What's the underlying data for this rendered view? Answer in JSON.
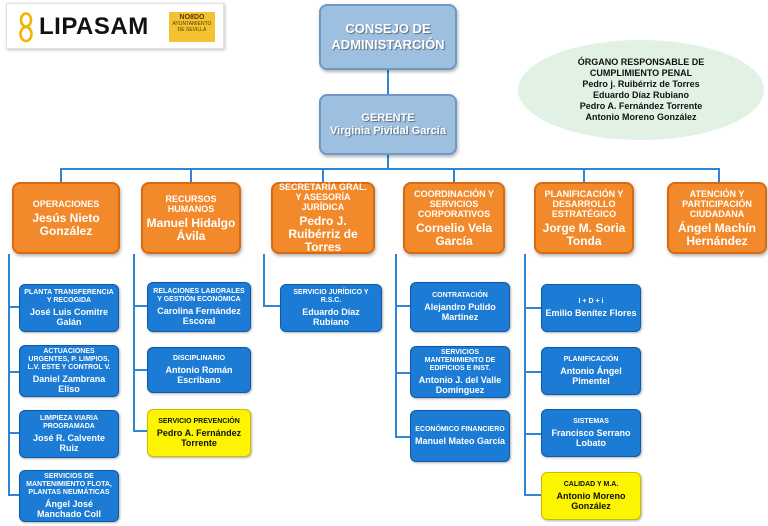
{
  "logo": {
    "brand": "LIPASAM",
    "seal_line1": "NO8DO",
    "seal_line2": "AYUNTAMIENTO DE SEVILLA"
  },
  "board": {
    "title": "CONSEJO DE ADMINISTARCIÓN"
  },
  "compliance": {
    "title_line1": "ÓRGANO RESPONSABLE DE",
    "title_line2": "CUMPLIMIENTO PENAL",
    "members": [
      "Pedro j. Ruibérriz de Torres",
      "Eduardo Díaz Rubiano",
      "Pedro A. Fernández Torrente",
      "Antonio Moreno González"
    ]
  },
  "manager": {
    "title": "GERENTE",
    "name": "Virginia Pividal García"
  },
  "departments": [
    {
      "title": "OPERACIONES",
      "name": "Jesús Nieto González",
      "units": [
        {
          "title": "PLANTA TRANSFERENCIA Y RECOGIDA",
          "name": "José Luis Comitre Galán"
        },
        {
          "title": "ACTUACIONES URGENTES, P. LIMPIOS, L.V. ESTE Y CONTROL V.",
          "name": "Daniel Zambrana Eliso"
        },
        {
          "title": "LIMPIEZA VIARIA PROGRAMADA",
          "name": "José R. Calvente Ruiz"
        },
        {
          "title": "SERVICIOS DE MANTENIMIENTO FLOTA, PLANTAS NEUMÁTICAS",
          "name": "Ángel José Manchado Coll"
        }
      ]
    },
    {
      "title": "RECURSOS HUMANOS",
      "name": "Manuel Hidalgo Ávila",
      "units": [
        {
          "title": "RELACIONES LABORALES Y GESTIÓN ECONÓMICA",
          "name": "Carolina Fernández Escoral"
        },
        {
          "title": "DISCIPLINARIO",
          "name": "Antonio Román Escribano"
        },
        {
          "title": "SERVICIO PREVENCIÓN",
          "name": "Pedro A. Fernández Torrente"
        }
      ]
    },
    {
      "title": "SECRETARÍA GRAL. Y ASESORÍA JURÍDICA",
      "name": "Pedro J. Ruibérriz de Torres",
      "units": [
        {
          "title": "SERVICIO JURÍDICO Y R.S.C.",
          "name": "Eduardo Díaz Rubiano"
        }
      ]
    },
    {
      "title": "COORDINACIÓN Y SERVICIOS CORPORATIVOS",
      "name": "Cornelio Vela García",
      "units": [
        {
          "title": "CONTRATACIÓN",
          "name": "Alejandro Pulido Martínez"
        },
        {
          "title": "SERVICIOS MANTENIMIENTO DE EDIFICIOS E INST.",
          "name": "Antonio J. del Valle Domínguez"
        },
        {
          "title": "ECONÓMICO FINANCIERO",
          "name": "Manuel Mateo García"
        }
      ]
    },
    {
      "title": "PLANIFICACIÓN Y DESARROLLO ESTRATÉGICO",
      "name": "Jorge M. Soria Tonda",
      "units": [
        {
          "title": "I + D + i",
          "name": "Emilio Benítez Flores"
        },
        {
          "title": "PLANIFICACIÓN",
          "name": "Antonio Ángel Pimentel"
        },
        {
          "title": "SISTEMAS",
          "name": "Francisco Serrano Lobato"
        },
        {
          "title": "CALIDAD Y M.A.",
          "name": "Antonio Moreno González"
        }
      ]
    },
    {
      "title": "ATENCIÓN Y PARTICIPACIÓN CIUDADANA",
      "name": "Ángel Machín Hernández",
      "units": []
    }
  ],
  "colors": {
    "top_box": "#9ec0e0",
    "department": "#f28a2c",
    "unit": "#1c7bd4",
    "highlight_unit": "#fcf400",
    "compliance": "#e1f2e4",
    "connector": "#2e86d6"
  }
}
